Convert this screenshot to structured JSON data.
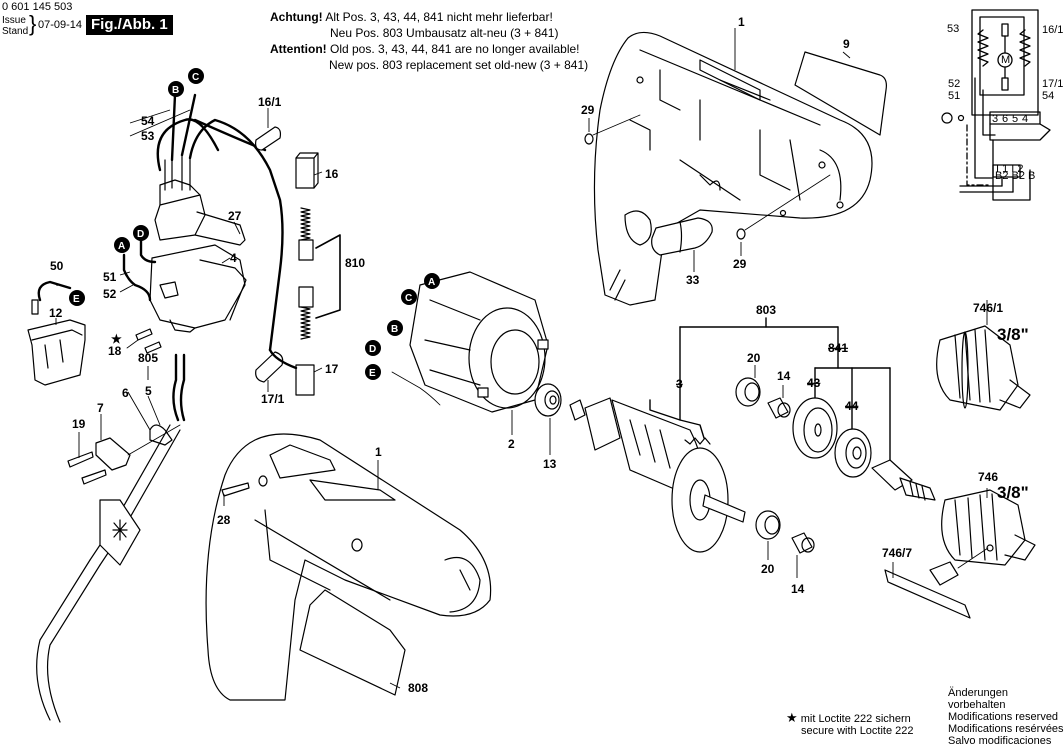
{
  "header": {
    "part_number": "0 601 145 503",
    "issue_label": "Issue",
    "stand_label": "Stand",
    "issue_date": "07-09-14",
    "figure_label": "Fig./Abb. 1"
  },
  "notice": {
    "de_prefix": "Achtung!",
    "de_line1": "Alt Pos. 3, 43, 44, 841 nicht mehr lieferbar!",
    "de_line2": "Neu Pos. 803 Umbausatz alt-neu (3 + 841)",
    "en_prefix": "Attention!",
    "en_line1": "Old pos. 3, 43, 44, 841 are no longer available!",
    "en_line2": "New pos. 803 replacement set old-new (3 + 841)"
  },
  "connector_circles": [
    "A",
    "B",
    "C",
    "D",
    "E"
  ],
  "part_labels": {
    "housing_top": "1",
    "housing_bottom": "1",
    "field_coil": "2",
    "armature_crossed": "3",
    "switch": "4",
    "cable_sleeve": "5",
    "cable_sleeve_6": "6",
    "cable_clamp": "7",
    "nameplate": "9",
    "suppressor": "12",
    "bearing_13": "13",
    "needle_bearing_upper": "14",
    "needle_bearing_lower": "14",
    "brush_holder_16": "16",
    "brush_holder_16_1": "16/1",
    "brush_holder_17": "17",
    "brush_holder_17_1": "17/1",
    "screw_18": "18",
    "screw_19": "19",
    "bearing_20_upper": "20",
    "bearing_20_lower": "20",
    "switch_lever": "27",
    "screw_28": "28",
    "o_ring_upper": "29",
    "o_ring_lower": "29",
    "slider_33": "33",
    "gear_crossed": "43",
    "ball_bearing_crossed": "44",
    "wire_50": "50",
    "wire_51": "51",
    "wire_52": "52",
    "wire_53": "53",
    "wire_54": "54",
    "chuck_746": "746",
    "chuck_746_1": "746/1",
    "chuck_key": "746/7",
    "replacement_set": "803",
    "cable": "805",
    "label_808": "808",
    "brush_set": "810",
    "spindle_crossed": "841"
  },
  "chuck_sizes": {
    "upper": "3/8\"",
    "lower": "3/8\""
  },
  "wiring_diagram": {
    "labels_left": [
      "53",
      "52",
      "51"
    ],
    "labels_right": [
      "16/1",
      "17/1",
      "54"
    ],
    "terminals": [
      "3",
      "6",
      "5",
      "4"
    ],
    "motor_symbol": "M",
    "switch_terminals_top": "I 1 I 2",
    "switch_terminals_bottom": "B2 B2 B"
  },
  "footer": {
    "loctite_line1": "mit Loctite 222 sichern",
    "loctite_line2": "secure with Loctite 222",
    "star_symbol": "★",
    "mods_de": "Änderungen vorbehalten",
    "mods_en": "Modifications reserved",
    "mods_fr": "Modifications resérvées",
    "mods_es": "Salvo modificaciones"
  }
}
